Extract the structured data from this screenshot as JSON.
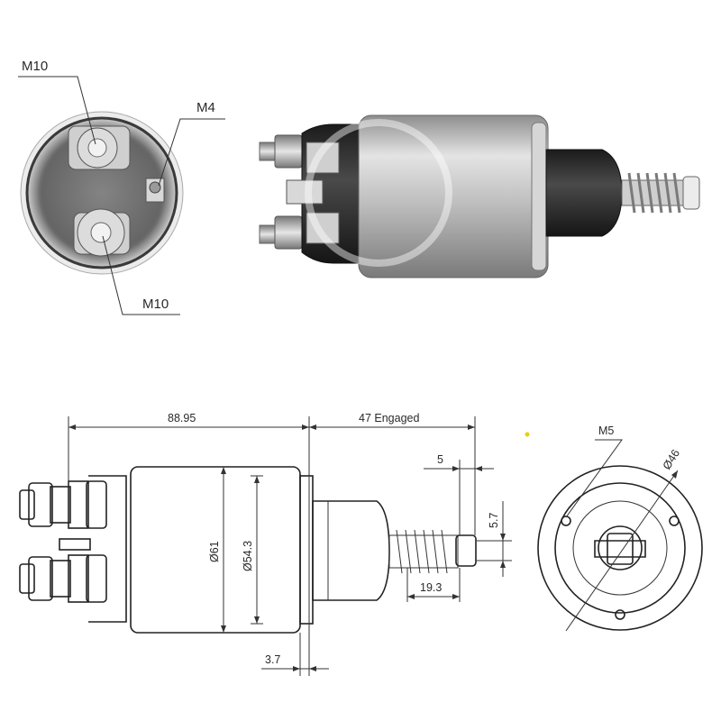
{
  "photo_callouts": {
    "top_terminal": "M10",
    "small_terminal": "M4",
    "bottom_terminal": "M10"
  },
  "side_view_dims": {
    "overall_length": "88.95",
    "engaged_travel": "47 Engaged",
    "plunger_offset": "5",
    "plunger_height": "5.7",
    "outer_diameter": "Ø61",
    "inner_diameter": "Ø54.3",
    "spring_length": "19.3",
    "flange_thickness": "3.7"
  },
  "end_view_dims": {
    "hole_thread": "M5",
    "bolt_circle": "Ø46"
  },
  "colors": {
    "line": "#333333",
    "body_metal": "#c9c9c9",
    "cap_dark": "#2b2b2b",
    "accent_dot": "#e8d000"
  }
}
